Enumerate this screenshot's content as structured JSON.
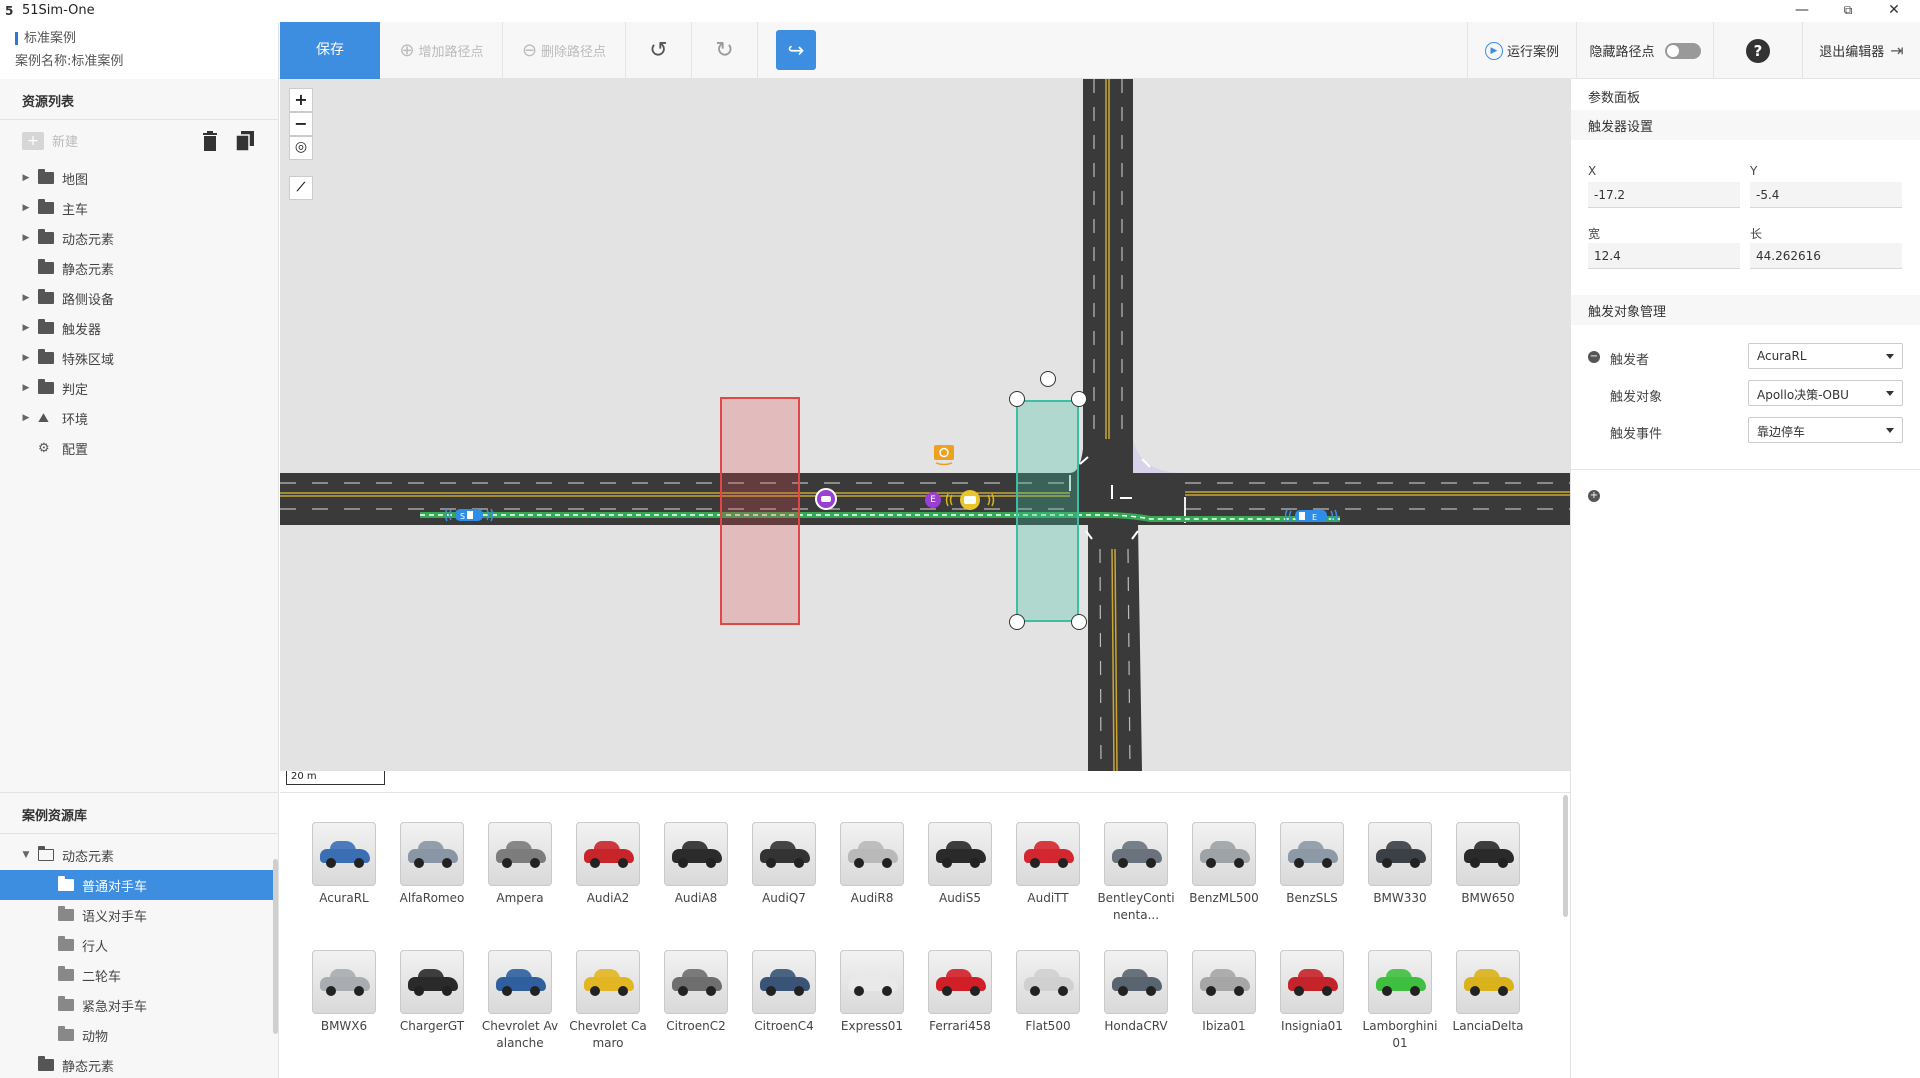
{
  "window": {
    "logo": "5",
    "title": "51Sim-One",
    "minimize": "—",
    "maximize": "⧉",
    "close": "✕"
  },
  "case": {
    "type": "标准案例",
    "name": "案例名称:标准案例"
  },
  "toolbar": {
    "save": "保存",
    "add_waypoint": "增加路径点",
    "delete_waypoint": "删除路径点",
    "undo_icon": "↺",
    "redo_icon": "↻",
    "redirect_icon": "↪",
    "run_case": "运行案例",
    "hide_waypoints": "隐藏路径点",
    "help": "?",
    "exit_editor": "退出编辑器"
  },
  "resource_list": {
    "title": "资源列表",
    "new": "新建",
    "items": [
      {
        "label": "地图",
        "expandable": true,
        "icon": "folder"
      },
      {
        "label": "主车",
        "expandable": true,
        "icon": "folder"
      },
      {
        "label": "动态元素",
        "expandable": true,
        "icon": "folder"
      },
      {
        "label": "静态元素",
        "expandable": false,
        "icon": "folder"
      },
      {
        "label": "路侧设备",
        "expandable": true,
        "icon": "folder"
      },
      {
        "label": "触发器",
        "expandable": true,
        "icon": "folder"
      },
      {
        "label": "特殊区域",
        "expandable": true,
        "icon": "folder"
      },
      {
        "label": "判定",
        "expandable": true,
        "icon": "folder"
      },
      {
        "label": "环境",
        "expandable": true,
        "icon": "environment"
      },
      {
        "label": "配置",
        "expandable": false,
        "icon": "config"
      }
    ]
  },
  "map": {
    "zoom_in": "+",
    "zoom_out": "−",
    "locate": "◎",
    "measure": "📏",
    "scale": "20 m"
  },
  "param_panel": {
    "title": "参数面板",
    "trigger_settings": "触发器设置",
    "x_label": "X",
    "x_value": "-17.2",
    "y_label": "Y",
    "y_value": "-5.4",
    "width_label": "宽",
    "width_value": "12.4",
    "length_label": "长",
    "length_value": "44.262616",
    "target_mgmt": "触发对象管理",
    "trigger_by_label": "触发者",
    "trigger_by_value": "AcuraRL",
    "trigger_target_label": "触发对象",
    "trigger_target_value": "Apollo决策-OBU",
    "trigger_event_label": "触发事件",
    "trigger_event_value": "靠边停车"
  },
  "case_library": {
    "title": "案例资源库",
    "tree": [
      {
        "label": "动态元素",
        "level": 0,
        "open": true
      },
      {
        "label": "普通对手车",
        "level": 1,
        "selected": true
      },
      {
        "label": "语义对手车",
        "level": 1
      },
      {
        "label": "行人",
        "level": 1
      },
      {
        "label": "二轮车",
        "level": 1
      },
      {
        "label": "紧急对手车",
        "level": 1
      },
      {
        "label": "动物",
        "level": 1
      },
      {
        "label": "静态元素",
        "level": 0
      }
    ]
  },
  "vehicles_row1": [
    {
      "name": "AcuraRL",
      "color": "#3a6fb5"
    },
    {
      "name": "AlfaRomeo",
      "color": "#8a96a6"
    },
    {
      "name": "Ampera",
      "color": "#7c7c7c"
    },
    {
      "name": "AudiA2",
      "color": "#c8252b"
    },
    {
      "name": "AudiA8",
      "color": "#2b2b2b"
    },
    {
      "name": "AudiQ7",
      "color": "#333333"
    },
    {
      "name": "AudiR8",
      "color": "#b9b9b9"
    },
    {
      "name": "AudiS5",
      "color": "#2a2a2a"
    },
    {
      "name": "AudiTT",
      "color": "#d4262e"
    },
    {
      "name": "BentleyContinenta...",
      "color": "#6a737d"
    },
    {
      "name": "BenzML500",
      "color": "#9ea3a8"
    },
    {
      "name": "BenzSLS",
      "color": "#8d99a6"
    },
    {
      "name": "BMW330",
      "color": "#3b3f46"
    },
    {
      "name": "BMW650",
      "color": "#2a2a2a"
    }
  ],
  "vehicles_row2": [
    {
      "name": "BMWX6",
      "color": "#a9adb2"
    },
    {
      "name": "ChargerGT",
      "color": "#2a2a2a"
    },
    {
      "name": "Chevrolet Avalanche",
      "color": "#2f5f9e"
    },
    {
      "name": "Chevrolet Camaro",
      "color": "#e2b622"
    },
    {
      "name": "CitroenC2",
      "color": "#6e6e6e"
    },
    {
      "name": "CitroenC4",
      "color": "#3a5478"
    },
    {
      "name": "Express01",
      "color": "#e9e9e9"
    },
    {
      "name": "Ferrari458",
      "color": "#d11f28"
    },
    {
      "name": "Flat500",
      "color": "#d0d0d0"
    },
    {
      "name": "HondaCRV",
      "color": "#5a6470"
    },
    {
      "name": "Ibiza01",
      "color": "#a6a6a6"
    },
    {
      "name": "Insignia01",
      "color": "#c4232a"
    },
    {
      "name": "Lamborghini01",
      "color": "#3fbf3f"
    },
    {
      "name": "LanciaDelta",
      "color": "#d9b21c"
    }
  ],
  "colors": {
    "accent": "#3d8de0",
    "road": "#3a3a3a",
    "route": "#34a853",
    "trigger_red": "#e04848",
    "trigger_teal": "#3cbfa0"
  }
}
